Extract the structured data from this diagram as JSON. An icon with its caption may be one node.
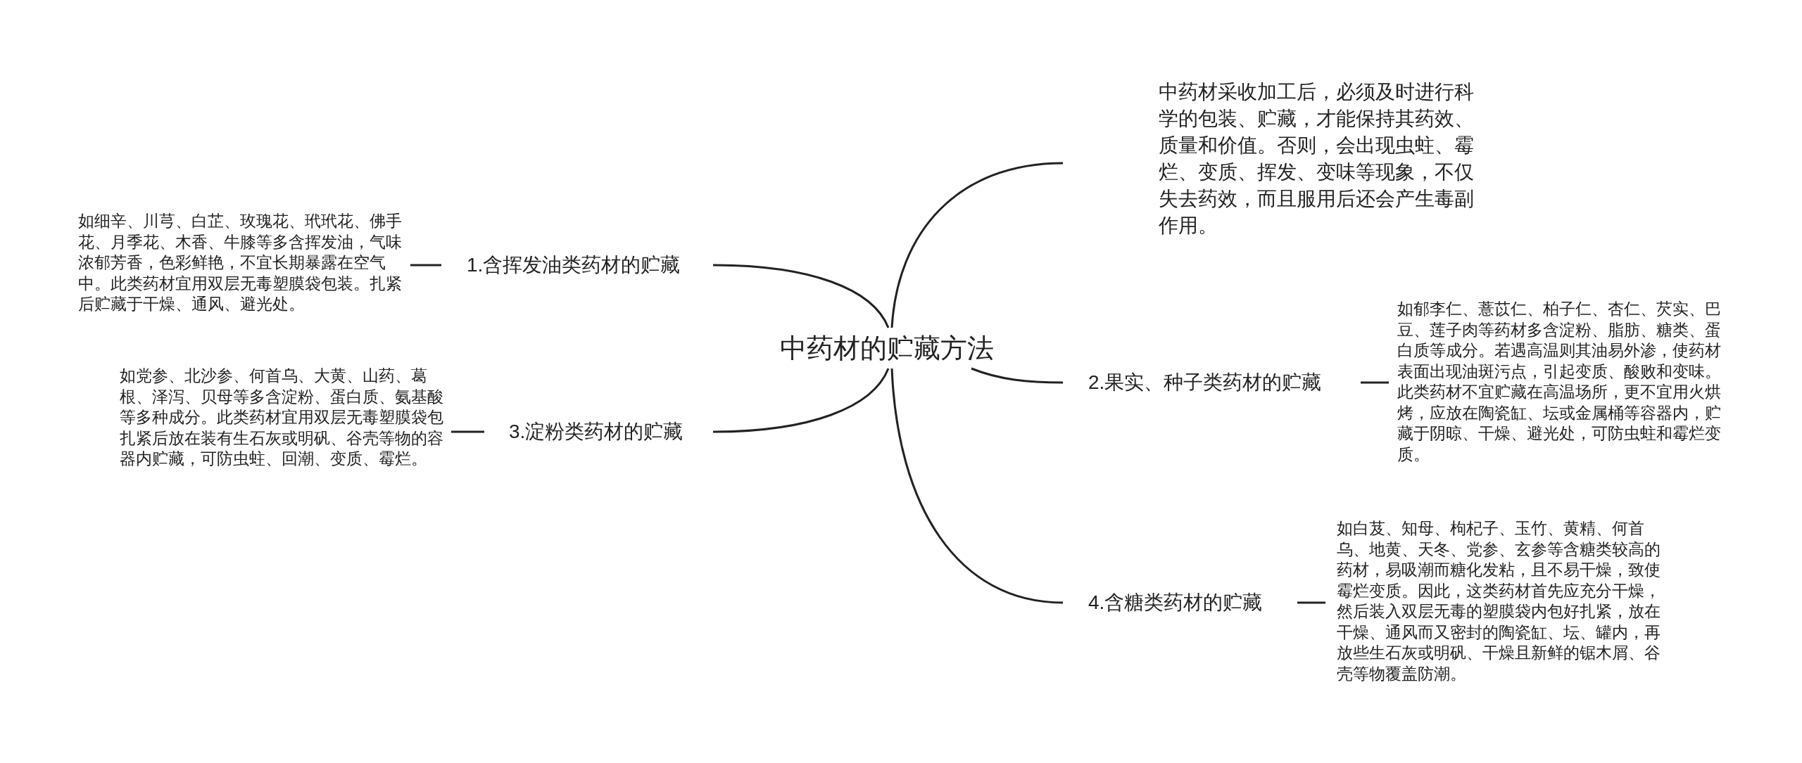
{
  "diagram": {
    "nodes": [
      {
        "text": [
          "中药材的贮藏方法"
        ]
      },
      {
        "text": [
          "中药材采收加工后，必须及时进行科学的包装、贮藏，才能保持其药效、质量和价值。否则，会出现虫蛀、霉烂、变质、挥发、变味等现象，不仅失去药效，而且服用后还会产生毒副作用。"
        ]
      },
      {
        "text": [
          "2.果实、种子类药材的贮藏"
        ]
      },
      {
        "text": [
          "如郁李仁、薏苡仁、柏子仁、杏仁、芡实、巴豆、莲子肉等药材多含淀粉、脂肪、糖类、蛋白质等成分。若遇高温则其油易外渗，使药材表面出现油斑污点，引起变质、酸败和变味。此类药材不宜贮藏在高温场所，更不宜用火烘烤，应放在陶瓷缸、坛或金属桶等容器内，贮藏于阴晾、干燥、避光处，可防虫蛀和霉烂变质。"
        ]
      },
      {
        "text": [
          "4.含糖类药材的贮藏"
        ]
      },
      {
        "text": [
          "如白芨、知母、枸杞子、玉竹、黄精、何首乌、地黄、天冬、党参、玄参等含糖类较高的药材，易吸潮而糖化发粘，且不易干燥，致使霉烂变质。因此，这类药材首先应充分干燥，然后装入双层无毒的塑膜袋内包好扎紧，放在干燥、通风而又密封的陶瓷缸、坛、罐内，再放些生石灰或明矾、干燥且新鲜的锯木屑、谷壳等物覆盖防潮。"
        ]
      },
      {
        "text": [
          "1.含挥发油类药材的贮藏"
        ]
      },
      {
        "text": [
          "如细辛、川芎、白芷、玫瑰花、玳玳花、佛手花、月季花、木香、牛膝等多含挥发油，气味浓郁芳香，色彩鲜艳，不宜长期暴露在空气中。此类药材宜用双层无毒塑膜袋包装。扎紧后贮藏于干燥、通风、避光处。"
        ]
      },
      {
        "text": [
          "3.淀粉类药材的贮藏"
        ]
      },
      {
        "text": [
          "如党参、北沙参、何首乌、大黄、山药、葛根、泽泻、贝母等多含淀粉、蛋白质、氨基酸等多种成分。此类药材宜用双层无毒塑膜袋包扎紧后放在装有生石灰或明矾、谷壳等物的容器内贮藏，可防虫蛀、回潮、变质、霉烂。"
        ]
      }
    ],
    "edges": [
      {
        "from": 0,
        "to": 1,
        "arrow": "none"
      },
      {
        "from": 0,
        "to": 2,
        "arrow": "none"
      },
      {
        "from": 2,
        "to": 3,
        "arrow": "none"
      },
      {
        "from": 0,
        "to": 4,
        "arrow": "none"
      },
      {
        "from": 4,
        "to": 5,
        "arrow": "none"
      },
      {
        "from": 0,
        "to": 6,
        "arrow": "none"
      },
      {
        "from": 6,
        "to": 7,
        "arrow": "none"
      },
      {
        "from": 0,
        "to": 8,
        "arrow": "none"
      },
      {
        "from": 8,
        "to": 9,
        "arrow": "none"
      }
    ]
  }
}
